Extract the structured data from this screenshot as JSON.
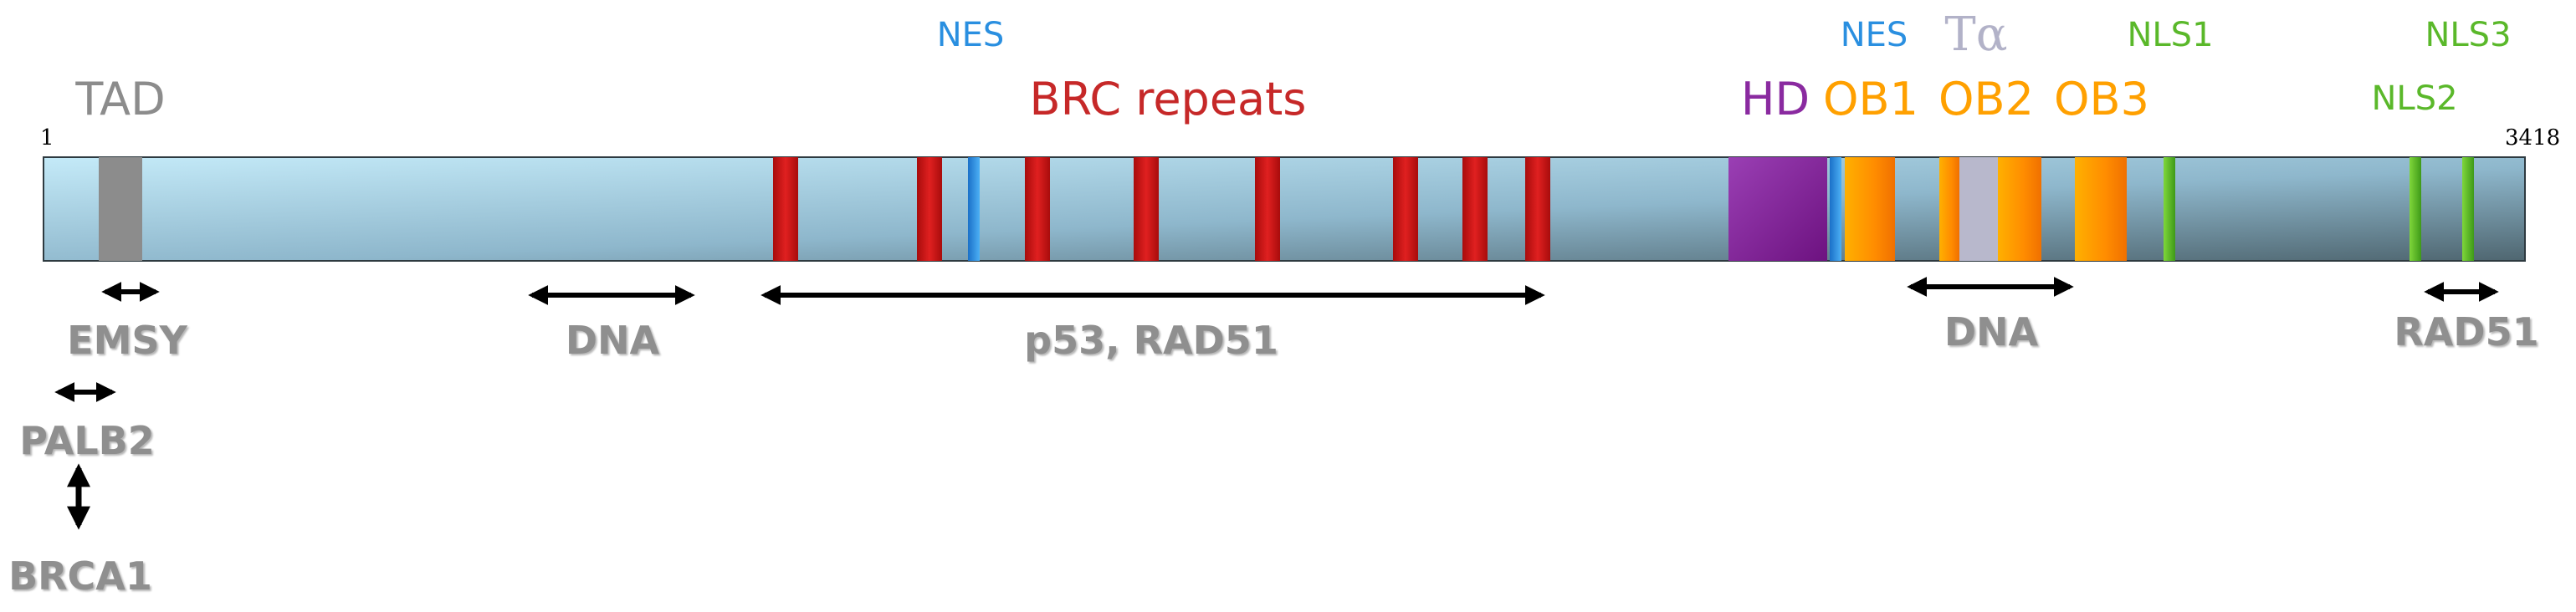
{
  "diagram": {
    "positions": {
      "start": "1",
      "end": "3418"
    },
    "colors": {
      "bar_light": "#c4eaf8",
      "bar_mid": "#8eb7cc",
      "bar_dark": "#4f6670",
      "brc": "#cc1515",
      "nes": "#2a8fe0",
      "tad": "#8c8c8c",
      "hd": "#8a2aa0",
      "ob": "#ff9a00",
      "talpha": "#b8b8cc",
      "nls": "#5ab82a",
      "arrow": "#000000"
    },
    "top_labels": {
      "tad": "TAD",
      "nes1": "NES",
      "brc": "BRC repeats",
      "hd": "HD",
      "nes2": "NES",
      "talpha": "Tα",
      "ob1": "OB1",
      "ob2": "OB2",
      "ob3": "OB3",
      "nls1": "NLS1",
      "nls2": "NLS2",
      "nls3": "NLS3"
    },
    "bottom_labels": {
      "emsy": "EMSY",
      "palb2": "PALB2",
      "brca1": "BRCA1",
      "dna1": "DNA",
      "p53_rad51": "p53, RAD51",
      "dna2": "DNA",
      "rad51": "RAD51"
    }
  }
}
